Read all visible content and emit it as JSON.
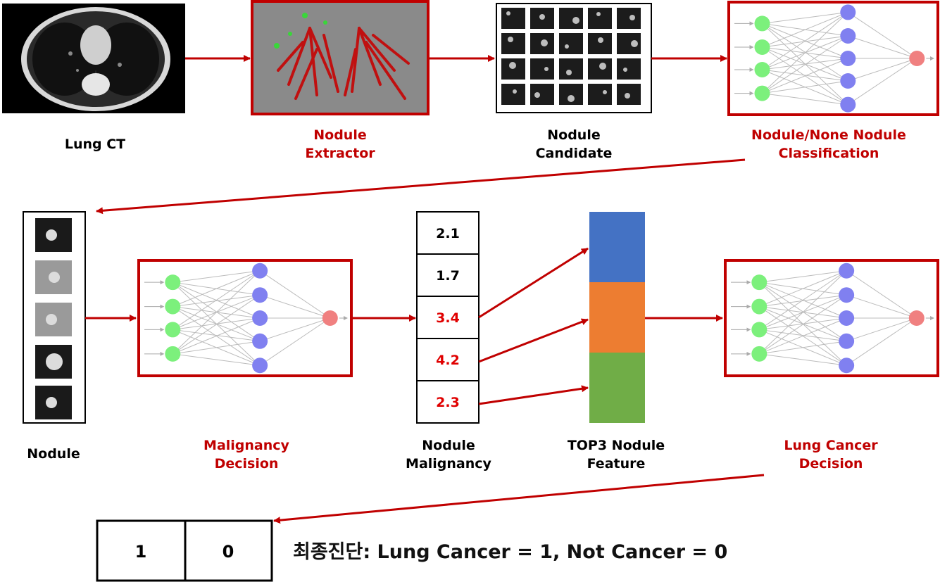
{
  "stages": {
    "lung_ct": "Lung CT",
    "extractor_l1": "Nodule",
    "extractor_l2": "Extractor",
    "candidate_l1": "Nodule",
    "candidate_l2": "Candidate",
    "classif_l1": "Nodule/None Nodule",
    "classif_l2": "Classification",
    "nodule": "Nodule",
    "malignancy_l1": "Malignancy",
    "malignancy_l2": "Decision",
    "nod_mal_l1": "Nodule",
    "nod_mal_l2": "Malignancy",
    "top3_l1": "TOP3 Nodule",
    "top3_l2": "Feature",
    "lung_cancer_l1": "Lung Cancer",
    "lung_cancer_l2": "Decision"
  },
  "malignancy_scores": [
    {
      "value": "2.1",
      "color": "#000000"
    },
    {
      "value": "1.7",
      "color": "#000000"
    },
    {
      "value": "3.4",
      "color": "#e00000"
    },
    {
      "value": "4.2",
      "color": "#e00000"
    },
    {
      "value": "2.3",
      "color": "#e00000"
    }
  ],
  "top3_colors": [
    "#4472c4",
    "#ed7d31",
    "#70ad47"
  ],
  "final": {
    "values": [
      "1",
      "0"
    ],
    "caption": "최종진단: Lung Cancer = 1, Not Cancer = 0"
  },
  "colors": {
    "accent_red": "#c00000",
    "input_node": "#7cf07c",
    "hidden_node": "#8080f0",
    "output_node": "#f08080",
    "ct_bg": "#000000",
    "extractor_bg": "#8a8a8a"
  }
}
